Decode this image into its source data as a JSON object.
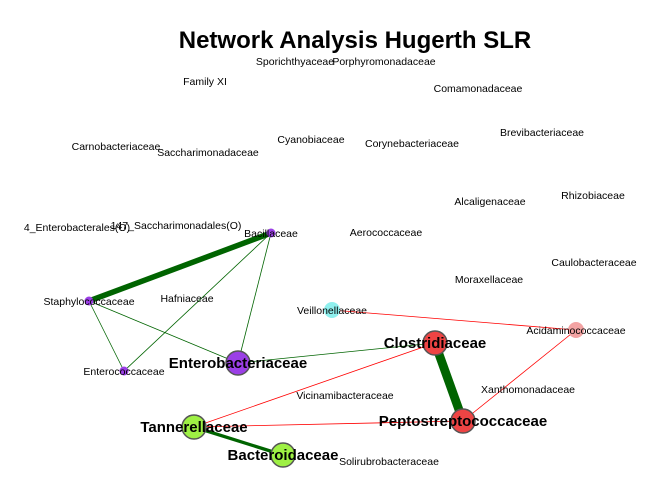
{
  "title": "Network Analysis Hugerth SLR",
  "colors": {
    "edge_positive": "#006400",
    "edge_negative": "#ff0000",
    "node_purple": "#9b3fe6",
    "node_cyan": "#8ff0ee",
    "node_red": "#ee4444",
    "node_pink": "#f3a3a3",
    "node_green": "#9ef044"
  },
  "nodes": [
    {
      "id": "sporichthyaceae",
      "label": "Sporichthyaceae",
      "color": null,
      "bold": false
    },
    {
      "id": "porphyromonadaceae",
      "label": "Porphyromonadaceae",
      "color": null,
      "bold": false
    },
    {
      "id": "family-xi",
      "label": "Family XI",
      "color": null,
      "bold": false
    },
    {
      "id": "comamonadaceae",
      "label": "Comamonadaceae",
      "color": null,
      "bold": false
    },
    {
      "id": "brevibacteriaceae",
      "label": "Brevibacteriaceae",
      "color": null,
      "bold": false
    },
    {
      "id": "carnobacteriaceae",
      "label": "Carnobacteriaceae",
      "color": null,
      "bold": false
    },
    {
      "id": "saccharimonadaceae",
      "label": "Saccharimonadaceae",
      "color": null,
      "bold": false
    },
    {
      "id": "cyanobiaceae",
      "label": "Cyanobiaceae",
      "color": null,
      "bold": false
    },
    {
      "id": "corynebacteriaceae",
      "label": "Corynebacteriaceae",
      "color": null,
      "bold": false
    },
    {
      "id": "alcaligenaceae",
      "label": "Alcaligenaceae",
      "color": null,
      "bold": false
    },
    {
      "id": "rhizobiaceae",
      "label": "Rhizobiaceae",
      "color": null,
      "bold": false
    },
    {
      "id": "enterobacterales-o",
      "label": "4_Enterobacterales(O)",
      "color": null,
      "bold": false
    },
    {
      "id": "saccharimonadales-o",
      "label": "147_Saccharimonadales(O)",
      "color": null,
      "bold": false
    },
    {
      "id": "bacillaceae",
      "label": "Bacillaceae",
      "color": "node_purple",
      "size": "xs",
      "bold": false
    },
    {
      "id": "aerococcaceae",
      "label": "Aerococcaceae",
      "color": null,
      "bold": false
    },
    {
      "id": "caulobacteraceae",
      "label": "Caulobacteraceae",
      "color": null,
      "bold": false
    },
    {
      "id": "moraxellaceae",
      "label": "Moraxellaceae",
      "color": null,
      "bold": false
    },
    {
      "id": "staphylococcaceae",
      "label": "Staphylococcaceae",
      "color": "node_purple",
      "size": "xs",
      "bold": false
    },
    {
      "id": "hafniaceae",
      "label": "Hafniaceae",
      "color": null,
      "bold": false
    },
    {
      "id": "veillonellaceae",
      "label": "Veillonellaceae",
      "color": "node_cyan",
      "size": "s",
      "bold": false
    },
    {
      "id": "acidaminococcaceae",
      "label": "Acidaminococcaceae",
      "color": "node_pink",
      "size": "s",
      "bold": false
    },
    {
      "id": "clostridiaceae",
      "label": "Clostridiaceae",
      "color": "node_red",
      "size": "l",
      "bold": true
    },
    {
      "id": "enterobacteriaceae",
      "label": "Enterobacteriaceae",
      "color": "node_purple",
      "size": "l",
      "bold": true
    },
    {
      "id": "enterococcaceae",
      "label": "Enterococcaceae",
      "color": "node_purple",
      "size": "xs",
      "bold": false
    },
    {
      "id": "xanthomonadaceae",
      "label": "Xanthomonadaceae",
      "color": null,
      "bold": false
    },
    {
      "id": "vicinamibacteraceae",
      "label": "Vicinamibacteraceae",
      "color": null,
      "bold": false
    },
    {
      "id": "peptostreptococcaceae",
      "label": "Peptostreptococcaceae",
      "color": "node_red",
      "size": "l",
      "bold": true
    },
    {
      "id": "tannerellaceae",
      "label": "Tannerellaceae",
      "color": "node_green",
      "size": "l",
      "bold": true
    },
    {
      "id": "bacteroidaceae",
      "label": "Bacteroidaceae",
      "color": "node_green",
      "size": "l",
      "bold": true
    },
    {
      "id": "solirubrobacteraceae",
      "label": "Solirubrobacteraceae",
      "color": null,
      "bold": false
    }
  ],
  "edges": [
    {
      "source": "staphylococcaceae",
      "target": "bacillaceae",
      "sign": "positive",
      "weight": 5
    },
    {
      "source": "staphylococcaceae",
      "target": "enterobacteriaceae",
      "sign": "positive",
      "weight": 1
    },
    {
      "source": "staphylococcaceae",
      "target": "enterococcaceae",
      "sign": "positive",
      "weight": 1
    },
    {
      "source": "bacillaceae",
      "target": "enterobacteriaceae",
      "sign": "positive",
      "weight": 1
    },
    {
      "source": "bacillaceae",
      "target": "enterococcaceae",
      "sign": "positive",
      "weight": 1
    },
    {
      "source": "enterobacteriaceae",
      "target": "clostridiaceae",
      "sign": "positive",
      "weight": 1
    },
    {
      "source": "clostridiaceae",
      "target": "peptostreptococcaceae",
      "sign": "positive",
      "weight": 8
    },
    {
      "source": "tannerellaceae",
      "target": "bacteroidaceae",
      "sign": "positive",
      "weight": 3
    },
    {
      "source": "veillonellaceae",
      "target": "acidaminococcaceae",
      "sign": "negative",
      "weight": 1
    },
    {
      "source": "acidaminococcaceae",
      "target": "peptostreptococcaceae",
      "sign": "negative",
      "weight": 1
    },
    {
      "source": "clostridiaceae",
      "target": "tannerellaceae",
      "sign": "negative",
      "weight": 1
    },
    {
      "source": "tannerellaceae",
      "target": "peptostreptococcaceae",
      "sign": "negative",
      "weight": 1
    }
  ]
}
